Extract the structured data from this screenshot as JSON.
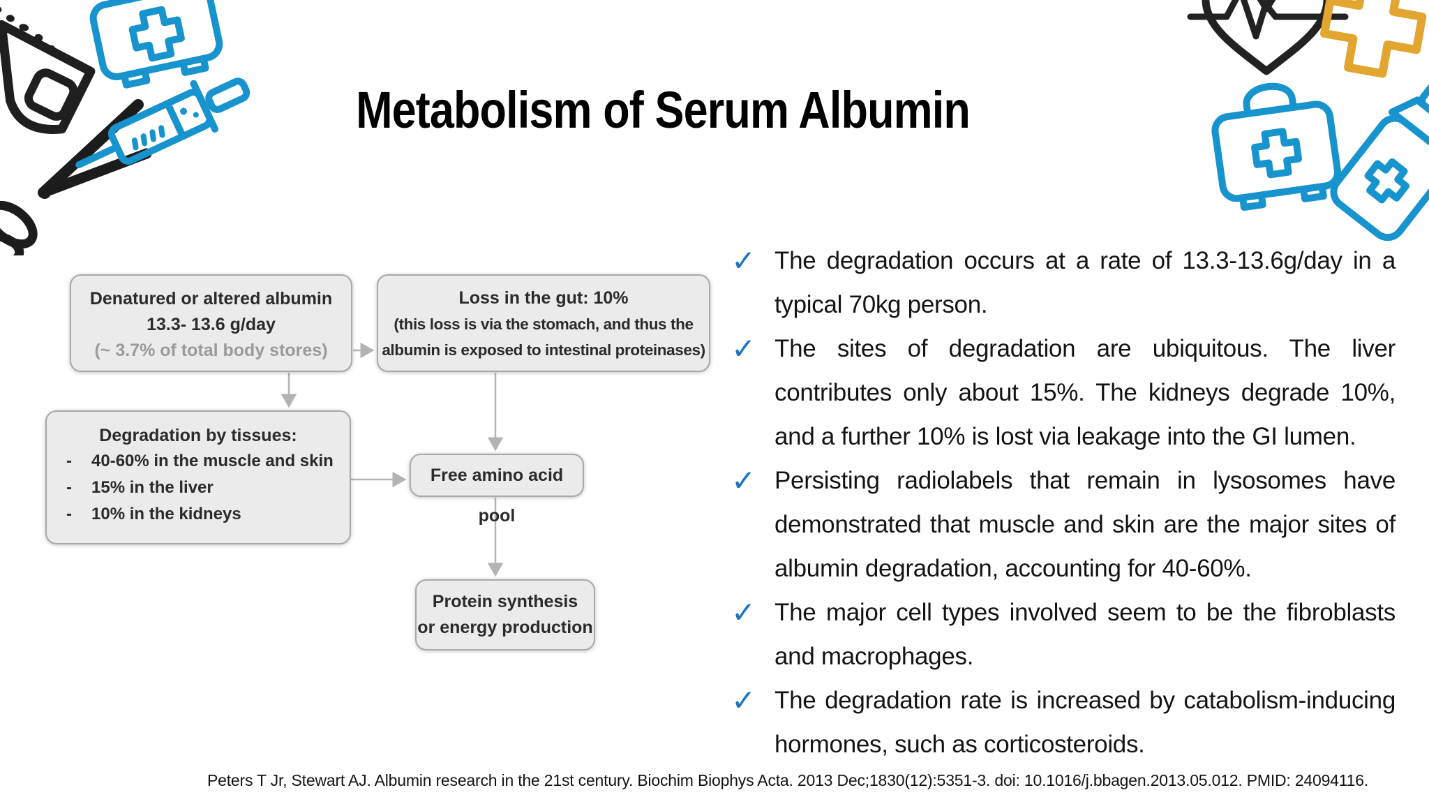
{
  "slide": {
    "title": "Metabolism of Serum Albumin"
  },
  "colors": {
    "doodle_blue": "#1793ce",
    "doodle_black": "#1f1f1f",
    "doodle_orange": "#e2a52f",
    "check_blue": "#2073c2",
    "box_fill": "#ebebeb",
    "box_border": "#a9a9a9",
    "arrow_gray": "#b3b3b3",
    "muted_gray": "#9a9a9a"
  },
  "icons": [
    "reflex-hammer-icon",
    "scissors-icon",
    "first-aid-kit-icon",
    "syringe-icon",
    "heart-ecg-icon",
    "medical-cross-icon",
    "medical-bag-icon",
    "medicine-bottle-icon"
  ],
  "flowchart": {
    "boxes": {
      "denatured": {
        "line1": "Denatured or altered albumin",
        "line2": "13.3- 13.6 g/day",
        "line3": "(~ 3.7% of total body stores)"
      },
      "gut_loss": {
        "line1": "Loss in the gut: 10%",
        "line2": "(this loss is via the stomach, and thus the",
        "line3": "albumin is exposed to intestinal proteinases)"
      },
      "degradation": {
        "title": "Degradation by tissues:",
        "marker": "-",
        "items": [
          "40-60% in the muscle and skin",
          "15% in the liver",
          "10% in the kidneys"
        ]
      },
      "amino_pool": {
        "label": "Free amino acid pool"
      },
      "protein": {
        "line1": "Protein synthesis",
        "line2": "or energy production"
      }
    }
  },
  "bullets": {
    "check_glyph": "✓",
    "items": [
      "The degradation occurs at a rate of 13.3-13.6g/day in a typical 70kg person.",
      "The sites of degradation are ubiquitous. The liver contributes only about 15%. The kidneys degrade 10%, and a further 10% is lost via leakage into the GI lumen.",
      "Persisting radiolabels that remain in lysosomes have demonstrated that muscle and skin are the major sites of albumin degradation, accounting for 40-60%.",
      "The major cell types involved seem to be the fibroblasts and macrophages.",
      "The degradation rate is increased by catabolism-inducing hormones, such as corticosteroids."
    ]
  },
  "citation": {
    "text": "Peters T Jr, Stewart AJ. Albumin research in the 21st century. Biochim Biophys Acta. 2013 Dec;1830(12):5351-3. doi: 10.1016/j.bbagen.2013.05.012. PMID: 24094116."
  }
}
